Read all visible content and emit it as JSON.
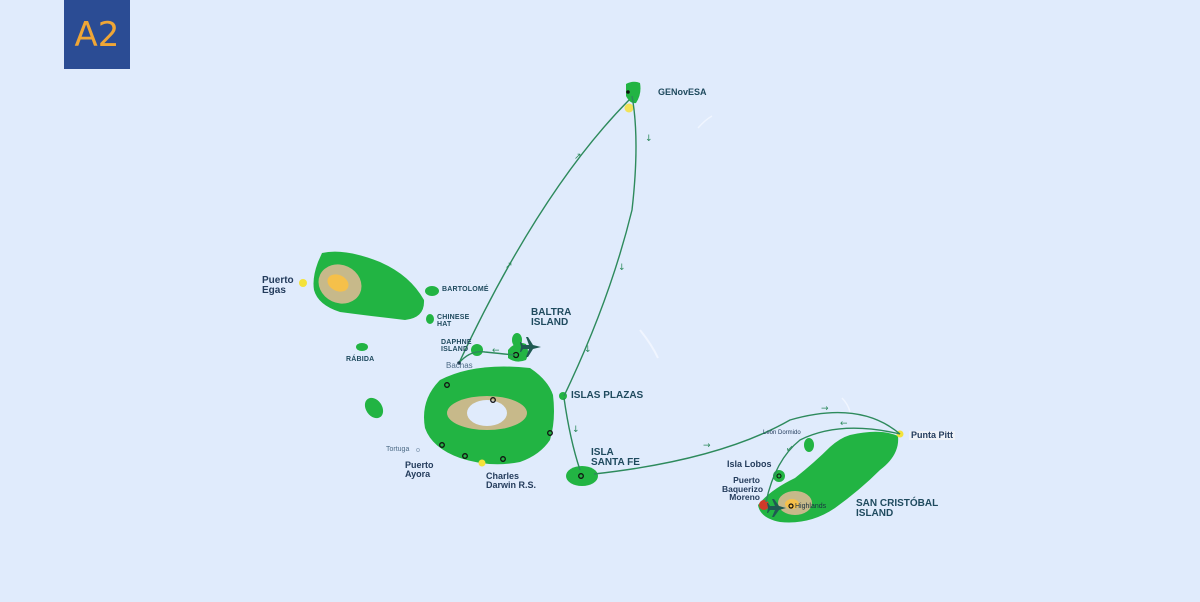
{
  "badge": {
    "label": "A2",
    "bg_color": "#2b4c94",
    "text_color": "#f0a636"
  },
  "colors": {
    "sea": "#e0ebfc",
    "land": "#22b443",
    "highland": "#c7b98a",
    "peak": "#f5c04a",
    "route": "#2d8a5c",
    "label": "#1f4a5e",
    "stop_marker": "#f4e23a",
    "port_marker": "#d13a2a"
  },
  "map": {
    "islands": [
      {
        "id": "genovesa",
        "label": "GENovESA"
      },
      {
        "id": "santiago",
        "label": ""
      },
      {
        "id": "bartolome",
        "label": "BARTOLOMÉ"
      },
      {
        "id": "chinese-hat",
        "label_line1": "CHINESE",
        "label_line2": "HAT"
      },
      {
        "id": "rabida",
        "label": "RÁBIDA"
      },
      {
        "id": "daphne",
        "label_line1": "DAPHNE",
        "label_line2": "ISLAND"
      },
      {
        "id": "baltra",
        "label_line1": "BALTRA",
        "label_line2": "ISLAND"
      },
      {
        "id": "islas-plazas",
        "label": "ISLAS PLAZAS"
      },
      {
        "id": "santa-fe",
        "label_line1": "ISLA",
        "label_line2": "SANTA FE"
      },
      {
        "id": "santa-cruz",
        "label": ""
      },
      {
        "id": "san-cristobal",
        "label_line1": "SAN CRISTÓBAL",
        "label_line2": "ISLAND"
      },
      {
        "id": "isla-lobos",
        "label": "Isla Lobos"
      },
      {
        "id": "leon-dormido",
        "label": "León Dormido"
      }
    ],
    "places": {
      "puerto_egas": {
        "line1": "Puerto",
        "line2": "Egas"
      },
      "bachas": "Bachas",
      "tortuga": "Tortuga",
      "puerto_ayora": {
        "line1": "Puerto",
        "line2": "Ayora"
      },
      "charles_darwin": {
        "line1": "Charles",
        "line2": "Darwin R.S."
      },
      "punta_pitt": "Punta Pitt",
      "puerto_baquerizo": {
        "line1": "Puerto",
        "line2": "Baquerizo",
        "line3": "Moreno"
      },
      "highlands": "Highlands"
    },
    "airports": [
      "Baltra",
      "San Cristóbal"
    ]
  }
}
